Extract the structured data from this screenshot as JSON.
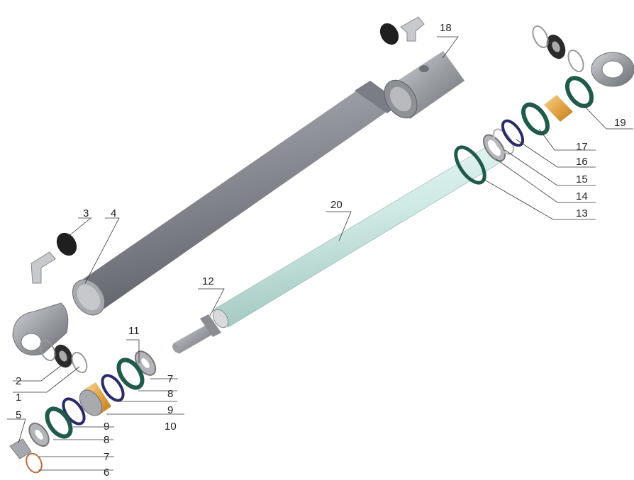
{
  "callouts": {
    "c1": "1",
    "c2": "2",
    "c3": "3",
    "c4": "4",
    "c5": "5",
    "c6": "6",
    "c7a": "7",
    "c7b": "7",
    "c8a": "8",
    "c8b": "8",
    "c9a": "9",
    "c9b": "9",
    "c10": "10",
    "c11": "11",
    "c12": "12",
    "c13": "13",
    "c14": "14",
    "c15": "15",
    "c16": "16",
    "c17": "17",
    "c18": "18",
    "c19": "19",
    "c20": "20"
  },
  "colors": {
    "body_grey": "#8f9298",
    "body_dark": "#6f7278",
    "rod_cyan": "#cfe9e4",
    "seal_green": "#1f5a4a",
    "seal_navy": "#2a2a6a",
    "bushing_gold": "#e0a040",
    "lead_line": "#333333"
  }
}
